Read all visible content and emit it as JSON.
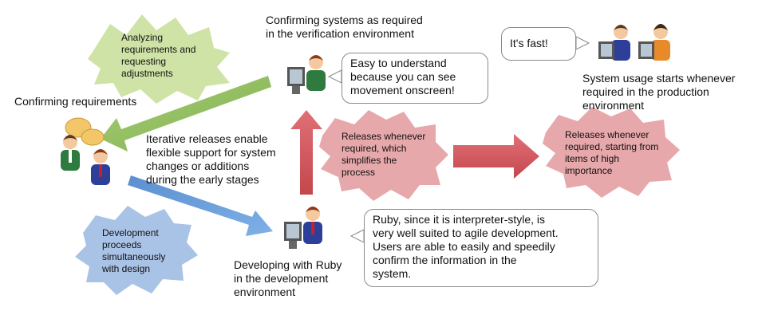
{
  "labels": {
    "confirming_requirements": "Confirming requirements",
    "confirming_systems": "Confirming systems as required\nin the verification environment",
    "system_usage": "System usage starts whenever\nrequired in the production\nenvironment",
    "developing_ruby": "Developing with Ruby\nin the development\nenvironment",
    "iterative_releases": "Iterative releases enable\nflexible support for system\nchanges or additions\nduring the early stages"
  },
  "bubbles": {
    "easy_to_understand": "Easy to understand\nbecause you can see\nmovement onscreen!",
    "its_fast": "It's fast!",
    "ruby_agile": "Ruby, since it is interpreter-style, is\nvery well suited to agile development.\nUsers are able to easily and speedily\nconfirm the information in the\nsystem."
  },
  "blobs": {
    "analyzing": "Analyzing\nrequirements and\nrequesting\nadjustments",
    "development_proceeds": "Development\nproceeds\nsimultaneously\nwith design",
    "releases_simplifies": "Releases whenever\nrequired, which\nsimplifies the\nprocess",
    "releases_importance": "Releases whenever\nrequired, starting from\nitems of high\nimportance"
  },
  "colors": {
    "green_blob": "#cfe3a6",
    "blue_blob": "#a9c3e6",
    "pink_blob": "#e7a8ab",
    "green_arrow": "#9cc36a",
    "blue_arrow": "#6a9fd6",
    "red_arrow": "#d0555b"
  }
}
